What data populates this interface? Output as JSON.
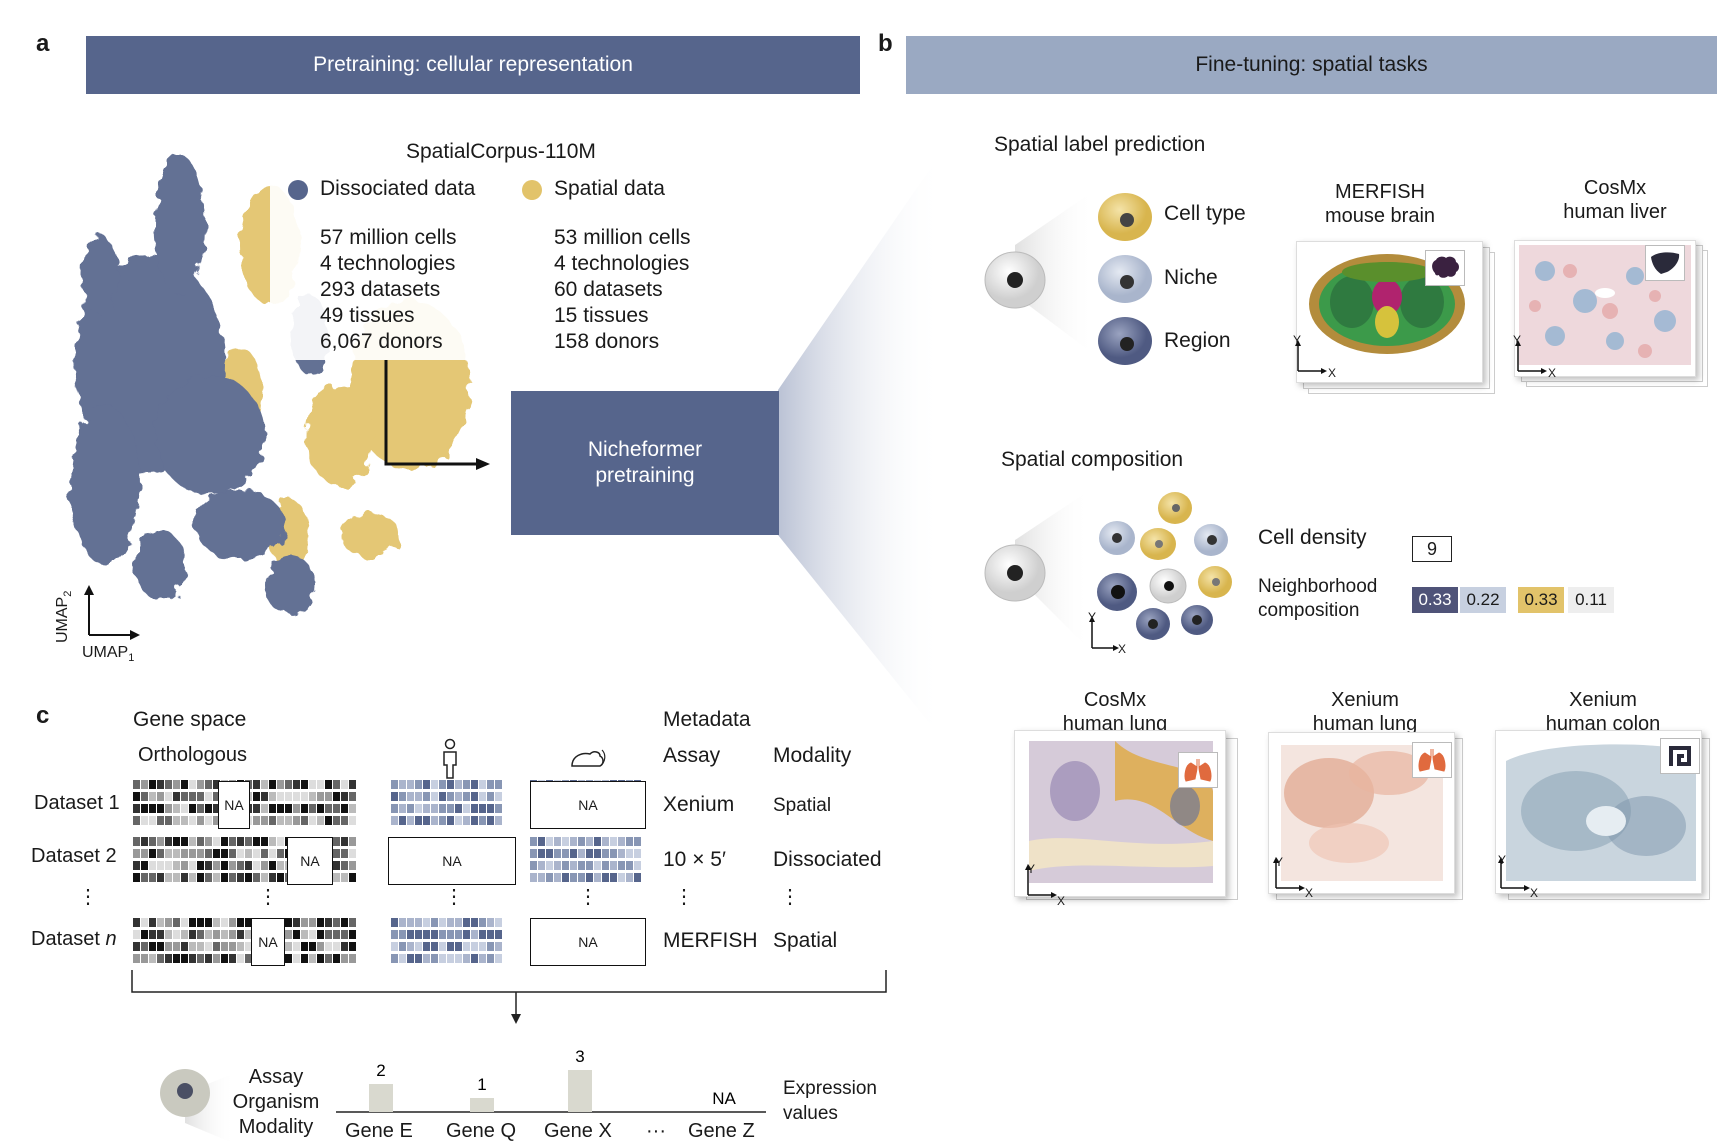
{
  "panels": {
    "a": "a",
    "b": "b",
    "c": "c"
  },
  "panel_a": {
    "header": "Pretraining: cellular representation",
    "corpus_title": "SpatialCorpus-110M",
    "dissociated": {
      "legend": "Dissociated data",
      "color": "#56658c",
      "stats": [
        "57 million cells",
        "4 technologies",
        "293 datasets",
        "49 tissues",
        "6,067 donors"
      ]
    },
    "spatial": {
      "legend": "Spatial data",
      "color": "#e2c36a",
      "stats": [
        "53 million cells",
        "4 technologies",
        "60 datasets",
        "15 tissues",
        "158 donors"
      ]
    },
    "pretraining_box": "Nicheformer\npretraining",
    "umap_x": "UMAP",
    "umap_x_sub": "1",
    "umap_y": "UMAP",
    "umap_y_sub": "2"
  },
  "panel_b": {
    "header": "Fine-tuning: spatial tasks",
    "label_prediction": {
      "title": "Spatial label prediction",
      "labels": [
        "Cell type",
        "Niche",
        "Region"
      ],
      "images": [
        {
          "title": "MERFISH\nmouse brain",
          "icon": "brain-icon"
        },
        {
          "title": "CosMx\nhuman liver",
          "icon": "liver-icon"
        }
      ]
    },
    "composition": {
      "title": "Spatial composition",
      "density_label": "Cell density",
      "density_value": "9",
      "neighborhood_label": "Neighborhood\ncomposition",
      "values": [
        "0.33",
        "0.22",
        "0.33",
        "0.11"
      ],
      "value_colors": [
        "#4f5378",
        "#c7d0e0",
        "#e2c36a",
        "#eeeeee"
      ]
    },
    "images": [
      {
        "title": "CosMx\nhuman lung",
        "icon": "lung-icon"
      },
      {
        "title": "Xenium\nhuman lung",
        "icon": "lung-icon"
      },
      {
        "title": "Xenium\nhuman colon",
        "icon": "colon-icon"
      }
    ],
    "axis_x": "X",
    "axis_y": "Y"
  },
  "panel_c": {
    "gene_space": "Gene space",
    "orthologous": "Orthologous",
    "metadata": "Metadata",
    "assay_header": "Assay",
    "modality_header": "Modality",
    "rows": [
      {
        "label": "Dataset 1",
        "label_suffix": "",
        "assay": "Xenium",
        "modality": "Spatial"
      },
      {
        "label": "Dataset 2",
        "label_suffix": "",
        "assay": "10 × 5′",
        "modality": "Dissociated"
      },
      {
        "label": "Dataset ",
        "label_suffix": "n",
        "assay": "MERFISH",
        "modality": "Spatial"
      }
    ],
    "na": "NA",
    "ellipsis_v": "⋮",
    "token_labels": "Assay\nOrganism\nModality",
    "genes": [
      {
        "name": "Gene E",
        "value": "2",
        "v": 2
      },
      {
        "name": "Gene Q",
        "value": "1",
        "v": 1
      },
      {
        "name": "Gene X",
        "value": "3",
        "v": 3
      },
      {
        "name": "Gene Z",
        "value": "NA",
        "v": null
      }
    ],
    "gene_ellipsis": "···",
    "expression_label": "Expression\nvalues"
  }
}
